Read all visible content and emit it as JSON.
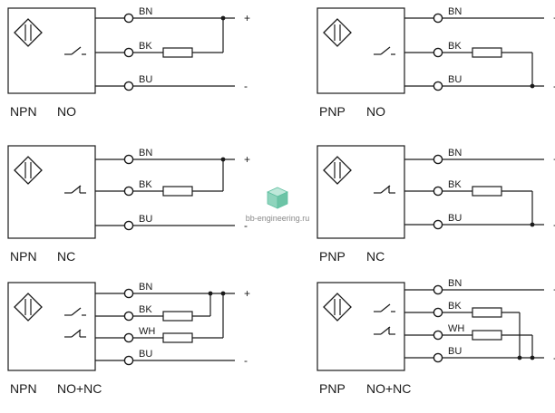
{
  "panels": [
    {
      "id": "npn-no",
      "type": "NPN",
      "mode": "NO",
      "wires": [
        "BN",
        "BK",
        "BU"
      ],
      "signs": [
        "+",
        "-"
      ]
    },
    {
      "id": "pnp-no",
      "type": "PNP",
      "mode": "NO",
      "wires": [
        "BN",
        "BK",
        "BU"
      ],
      "signs": [
        "+",
        "-"
      ]
    },
    {
      "id": "npn-nc",
      "type": "NPN",
      "mode": "NC",
      "wires": [
        "BN",
        "BK",
        "BU"
      ],
      "signs": [
        "+",
        "-"
      ]
    },
    {
      "id": "pnp-nc",
      "type": "PNP",
      "mode": "NC",
      "wires": [
        "BN",
        "BK",
        "BU"
      ],
      "signs": [
        "+",
        "-"
      ]
    },
    {
      "id": "npn-no-nc",
      "type": "NPN",
      "mode": "NO+NC",
      "wires": [
        "BN",
        "BK",
        "WH",
        "BU"
      ],
      "signs": [
        "+",
        "-"
      ]
    },
    {
      "id": "pnp-no-nc",
      "type": "PNP",
      "mode": "NO+NC",
      "wires": [
        "BN",
        "BK",
        "WH",
        "BU"
      ],
      "signs": [
        "+",
        "-"
      ]
    }
  ],
  "watermark": {
    "text": "bb-engineering.ru",
    "icon": "cube-logo-icon",
    "color": "#5fbfa0"
  }
}
